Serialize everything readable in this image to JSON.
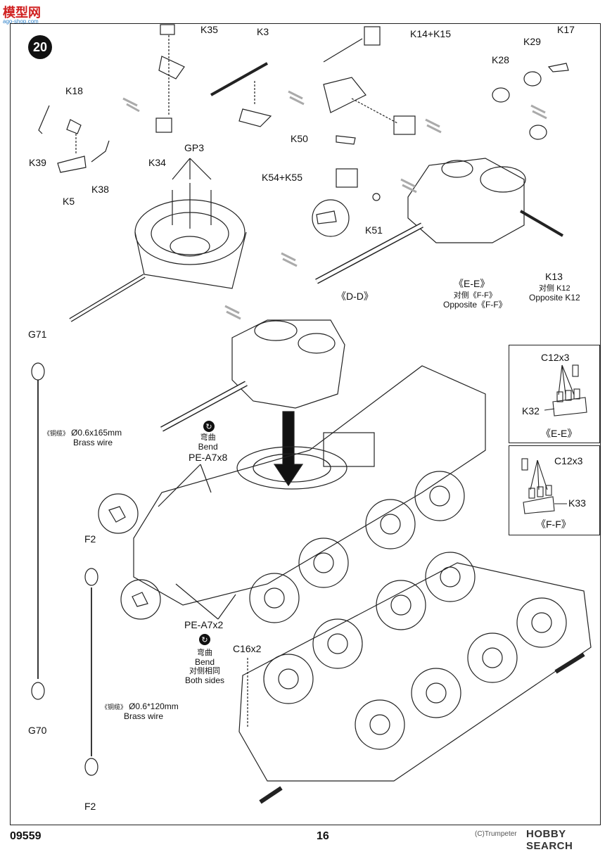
{
  "header": {
    "site_logo": "模型网",
    "site_url": "ago-shop.com"
  },
  "step": {
    "number": "20"
  },
  "labels": {
    "k35": "K35",
    "k3": "K3",
    "k14_15": "K14+K15",
    "k17": "K17",
    "k29": "K29",
    "k28": "K28",
    "k18": "K18",
    "k39": "K39",
    "k5": "K5",
    "k38": "K38",
    "k34": "K34",
    "gp3": "GP3",
    "k50": "K50",
    "k54_55": "K54+K55",
    "k51": "K51",
    "k13": "K13",
    "dd": "《D-D》",
    "ee": "《E-E》",
    "ee_opp_cn": "对侧《F-F》",
    "ee_opp_en": "Opposite《F-F》",
    "k13_opp_cn": "对侧 K12",
    "k13_opp_en": "Opposite K12",
    "g71": "G71",
    "g70": "G70",
    "f2_top": "F2",
    "f2_bottom": "F2",
    "wire1_cn": "《铜缆》",
    "wire1_size": "Ø0.6x165mm",
    "wire1_en": "Brass wire",
    "wire2_cn": "《铜缆》",
    "wire2_size": "Ø0.6*120mm",
    "wire2_en": "Brass wire",
    "bend_cn": "弯曲",
    "bend_en": "Bend",
    "pe_a7x8": "PE-A7x8",
    "pe_a7x2": "PE-A7x2",
    "bend2_cn": "弯曲",
    "bend2_en": "Bend",
    "both_cn": "对侧相同",
    "both_en": "Both sides",
    "c16x2": "C16x2"
  },
  "detail_ee": {
    "c12x3": "C12x3",
    "k32": "K32",
    "caption": "《E-E》"
  },
  "detail_ff": {
    "c12x3": "C12x3",
    "k33": "K33",
    "caption": "《F-F》"
  },
  "footer": {
    "code": "09559",
    "page": "16",
    "watermark_sub": "(C)Trumpeter",
    "watermark": "HOBBY SEARCH"
  }
}
